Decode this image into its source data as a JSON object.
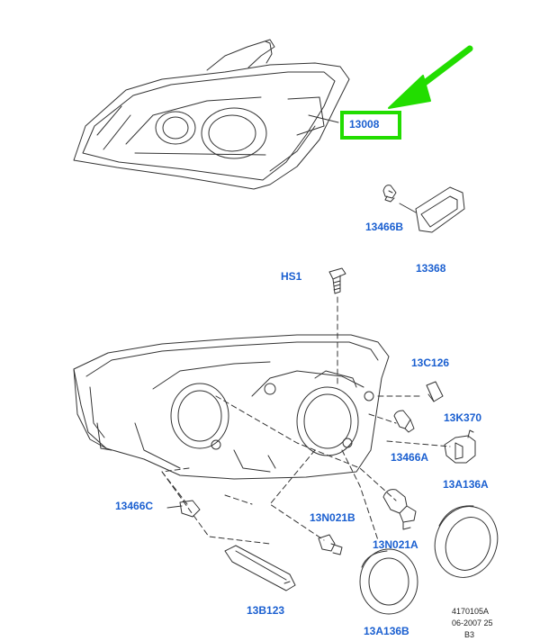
{
  "colors": {
    "callout": "#1a5fd0",
    "highlight": "#22dd00",
    "line": "#333333"
  },
  "callouts": {
    "headlamp": "13008",
    "bulb_small_top": "13466B",
    "side_marker": "13368",
    "screw": "HS1",
    "bulb_cap_top": "13C126",
    "socket_right": "13K370",
    "bulb_right": "13466A",
    "cover_right": "13A136A",
    "bulb_left": "13466C",
    "bulb_bottom": "13N021B",
    "bulb_main": "13N021A",
    "strip": "13B123",
    "cover_bottom": "13A136B"
  },
  "reference": {
    "line1": "4170105A",
    "line2": "06-2007 25",
    "line3": "B3"
  }
}
